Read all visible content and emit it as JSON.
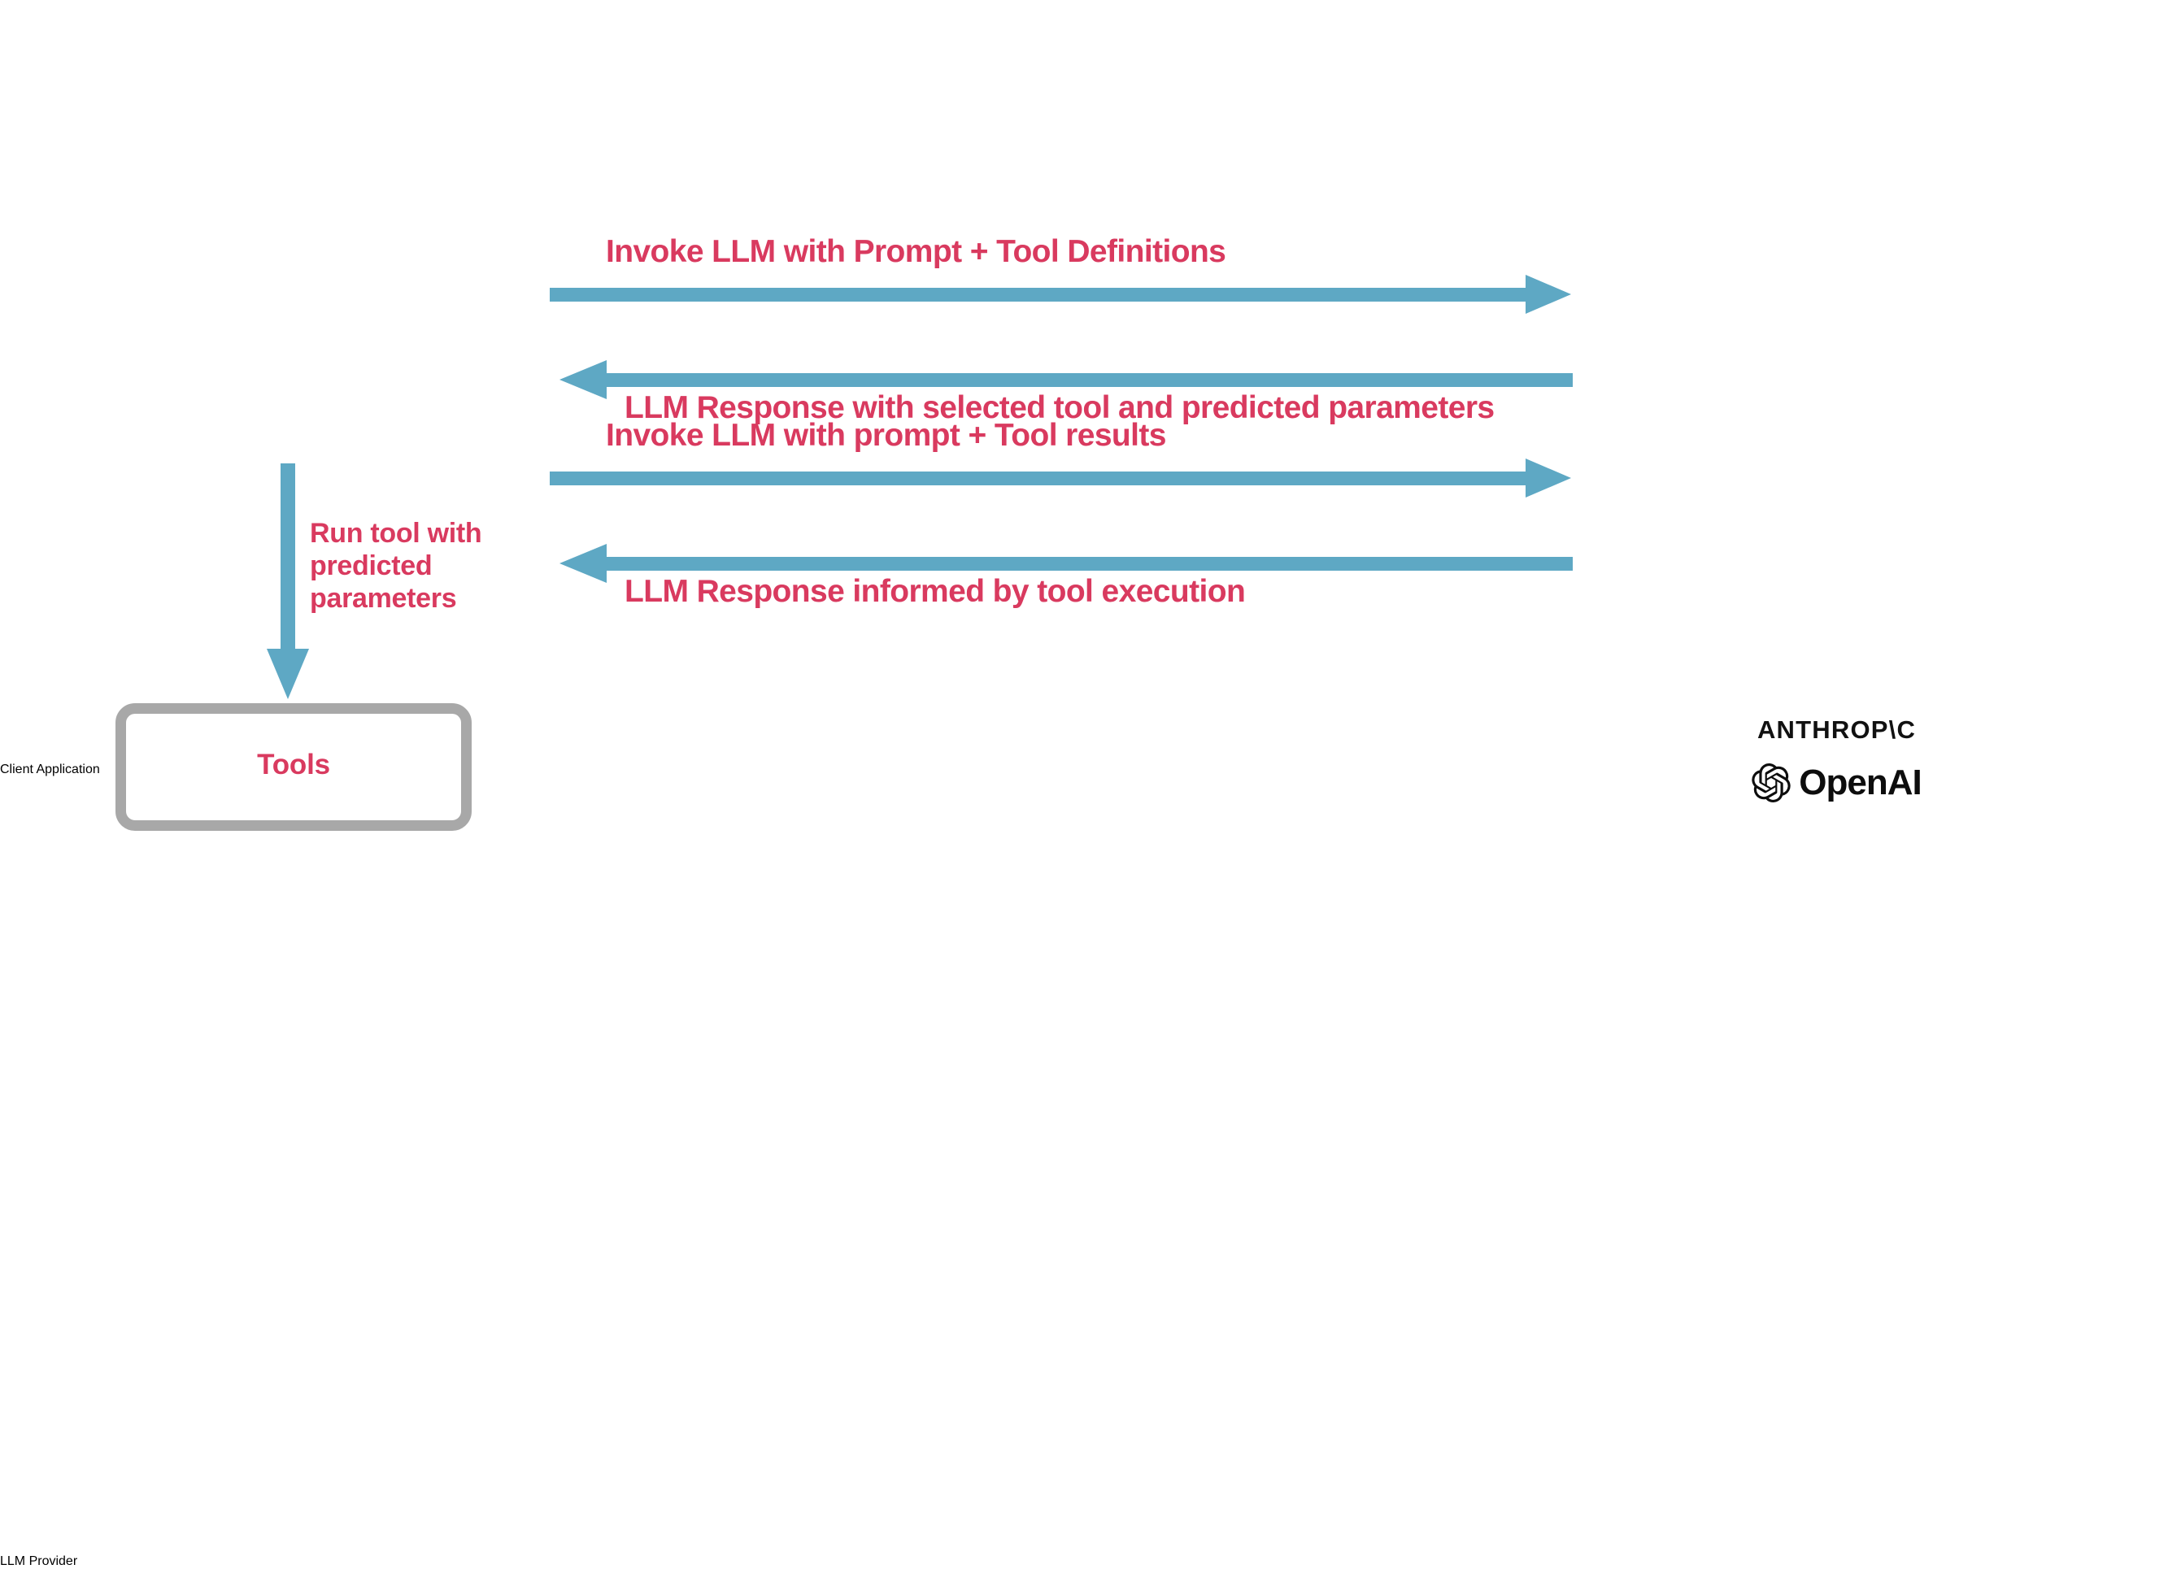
{
  "diagram": {
    "title": "LLM tool-calling sequence between client application and LLM provider",
    "colors": {
      "accent_text": "#D93A5F",
      "arrow": "#5EA8C4",
      "box_border": "#A8A8A8",
      "brand_text": "#111111",
      "background": "#FFFFFF"
    }
  },
  "client": {
    "title": "Client\nApplication",
    "tools": {
      "label": "Tools"
    },
    "internal_arrow_label": "Run tool with\npredicted\nparameters"
  },
  "provider": {
    "title": "LLM\nProvider",
    "brands": [
      {
        "name": "ANTHROP\\C",
        "icon": "anthropic-wordmark"
      },
      {
        "name": "OpenAI",
        "icon": "openai-logo"
      }
    ]
  },
  "messages": [
    {
      "id": "request-1",
      "label": "Invoke LLM with Prompt + Tool Definitions",
      "direction": "client-to-provider"
    },
    {
      "id": "response-1",
      "label": "LLM Response with selected tool and predicted parameters",
      "direction": "provider-to-client"
    },
    {
      "id": "request-2",
      "label": "Invoke LLM with prompt + Tool results",
      "direction": "client-to-provider"
    },
    {
      "id": "response-2",
      "label": "LLM Response informed by tool execution",
      "direction": "provider-to-client"
    }
  ]
}
